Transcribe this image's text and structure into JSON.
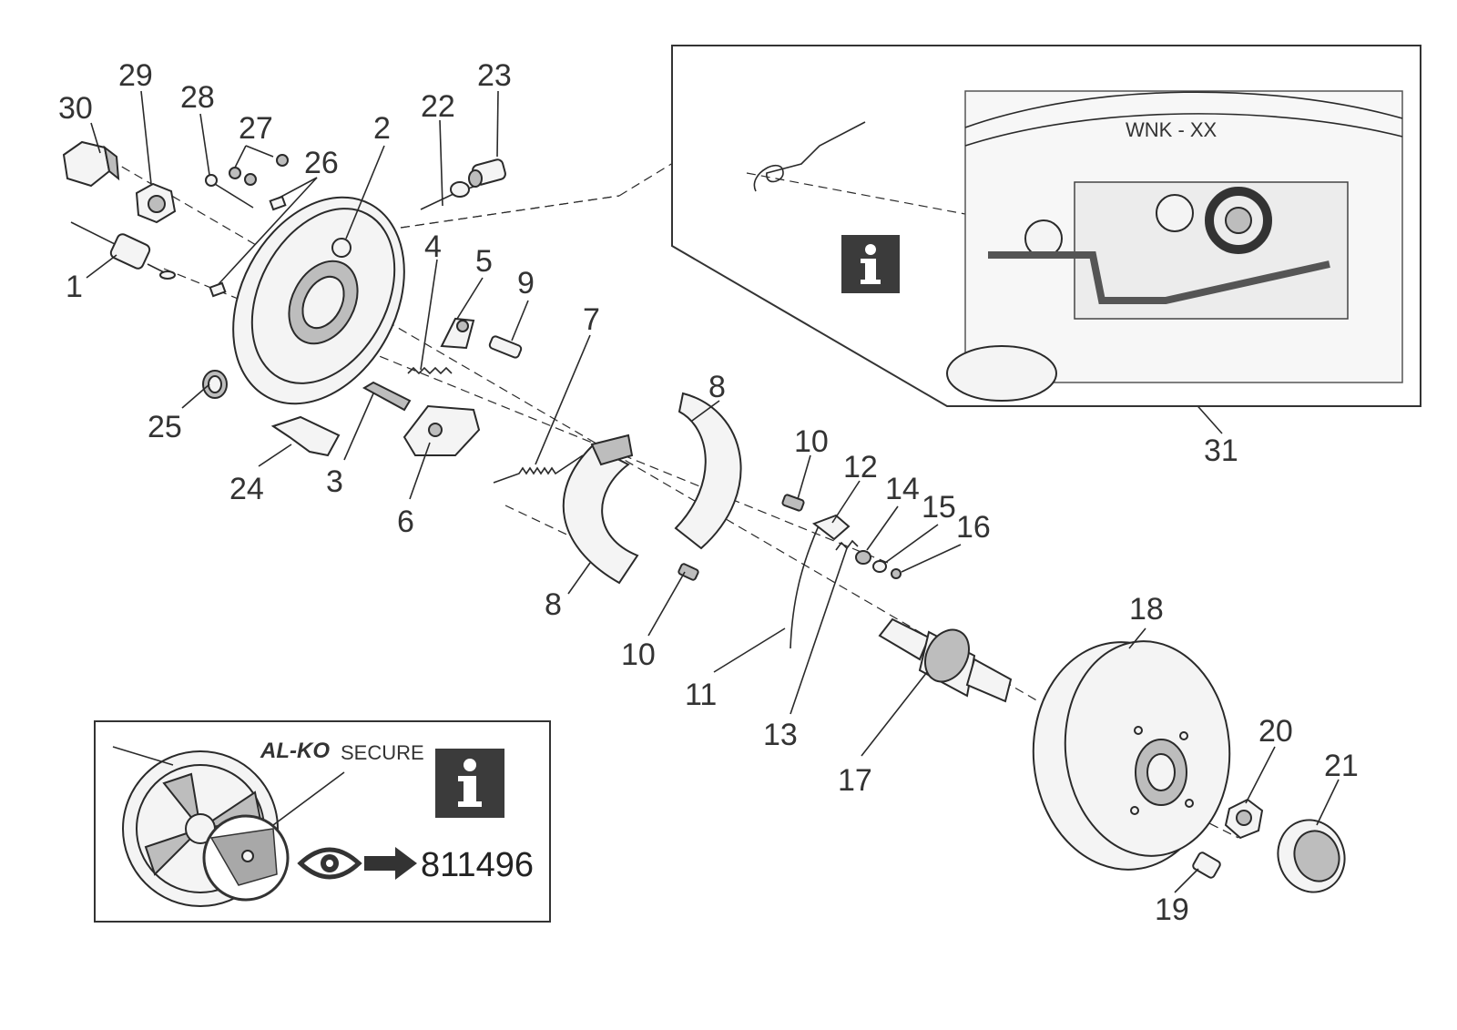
{
  "callouts": {
    "c1": "1",
    "c2": "2",
    "c3": "3",
    "c4": "4",
    "c5": "5",
    "c6": "6",
    "c7": "7",
    "c8a": "8",
    "c8b": "8",
    "c9": "9",
    "c10a": "10",
    "c10b": "10",
    "c11": "11",
    "c12": "12",
    "c13": "13",
    "c14": "14",
    "c15": "15",
    "c16": "16",
    "c17": "17",
    "c18": "18",
    "c19": "19",
    "c20": "20",
    "c21": "21",
    "c22": "22",
    "c23": "23",
    "c24": "24",
    "c25": "25",
    "c26": "26",
    "c27": "27",
    "c28": "28",
    "c29": "29",
    "c30": "30",
    "c31": "31"
  },
  "detail_top": {
    "marking": "WNK - XX",
    "icon": "info-icon"
  },
  "detail_bottom": {
    "brand": "AL-KO",
    "brand_suffix": "SECURE",
    "reference": "811496",
    "icons": [
      "info-icon",
      "eye-icon",
      "arrow-right-icon"
    ]
  }
}
